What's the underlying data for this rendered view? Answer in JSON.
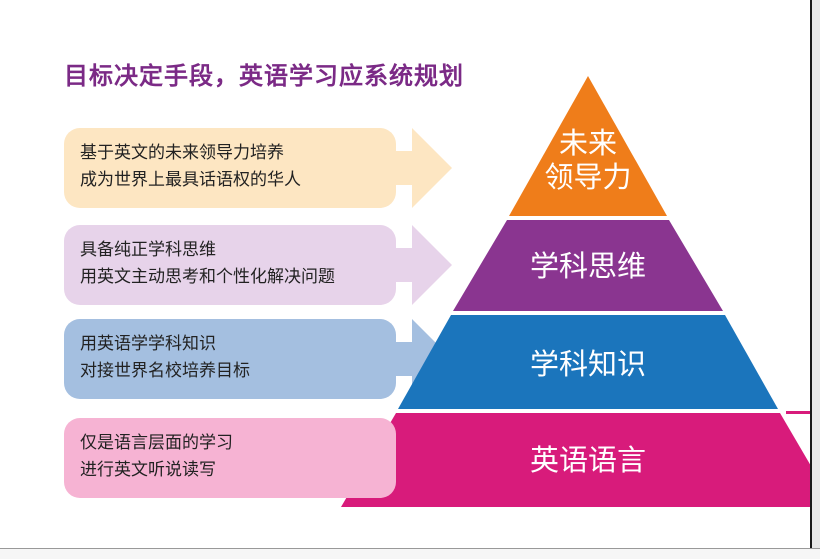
{
  "title": "目标决定手段，英语学习应系统规划",
  "levels": [
    {
      "label_line1": "未来",
      "label_line2": "领导力",
      "color": "#ef7d1a",
      "arrow_color": "#fde6c2",
      "box_color": "#fde6c2",
      "desc_line1": "基于英文的未来领导力培养",
      "desc_line2": "成为世界上最具话语权的华人"
    },
    {
      "label_line1": "学科思维",
      "color": "#8a3590",
      "arrow_color": "#e7d3ea",
      "box_color": "#e7d3ea",
      "desc_line1": "具备纯正学科思维",
      "desc_line2": "用英文主动思考和个性化解决问题"
    },
    {
      "label_line1": "学科知识",
      "color": "#1b75bc",
      "arrow_color": "#a4bfe0",
      "box_color": "#a4bfe0",
      "desc_line1": "用英语学学科知识",
      "desc_line2": "对接世界名校培养目标"
    },
    {
      "label_line1": "英语语言",
      "color": "#d81b7b",
      "arrow_color": "#f6b3d3",
      "box_color": "#f6b3d3",
      "desc_line1": "仅是语言层面的学习",
      "desc_line2": "进行英文听说读写"
    }
  ]
}
